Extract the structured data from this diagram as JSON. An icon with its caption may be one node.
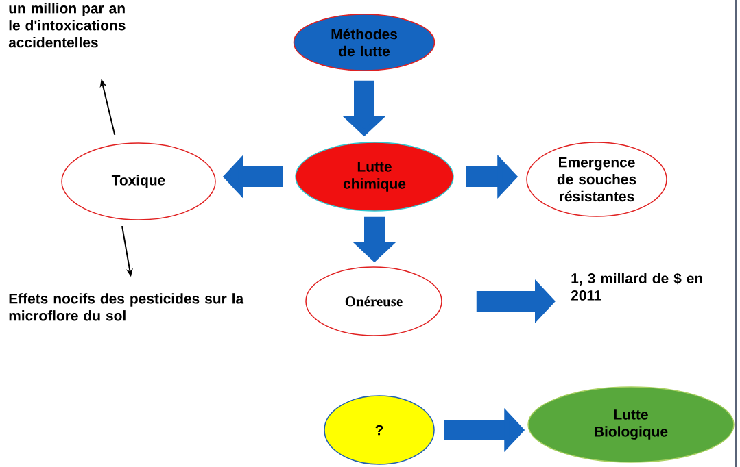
{
  "diagram": {
    "nodes": [
      {
        "text": [
          "Méthodes de lutte"
        ]
      },
      {
        "text": [
          "Lutte chimique"
        ]
      },
      {
        "text": [
          "Toxique"
        ]
      },
      {
        "text": [
          "Emergence de souches résistantes"
        ]
      },
      {
        "text": [
          "Onéreuse"
        ]
      },
      {
        "text": [
          "1, 3 millard de $ en 2011"
        ]
      },
      {
        "text": [
          "un million par an le d'intoxications accidentelles"
        ]
      },
      {
        "text": [
          "Effets nocifs des pesticides sur la microflore du sol"
        ]
      },
      {
        "text": [
          "?"
        ]
      },
      {
        "text": [
          "Lutte Biologique"
        ]
      }
    ],
    "edges": [
      {
        "from": 0,
        "to": 1,
        "arrow": "to"
      },
      {
        "from": 1,
        "to": 2,
        "arrow": "to"
      },
      {
        "from": 1,
        "to": 3,
        "arrow": "to"
      },
      {
        "from": 1,
        "to": 4,
        "arrow": "to"
      },
      {
        "from": 4,
        "to": 5,
        "arrow": "to"
      },
      {
        "from": 2,
        "to": 6,
        "arrow": "to",
        "color": "#000000"
      },
      {
        "from": 2,
        "to": 7,
        "arrow": "to",
        "color": "#000000"
      },
      {
        "from": 8,
        "to": 9,
        "arrow": "to"
      }
    ]
  }
}
